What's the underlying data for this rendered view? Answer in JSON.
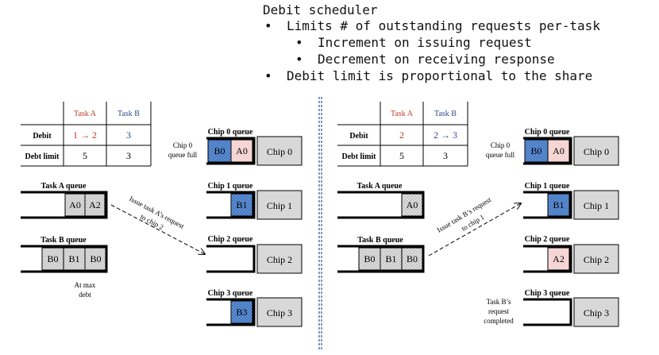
{
  "header": {
    "title": "Debit scheduler",
    "bullets": [
      {
        "text": "Limits # of outstanding requests per-task",
        "level": 1
      },
      {
        "text": "Increment on issuing request",
        "level": 2
      },
      {
        "text": "Decrement on receiving response",
        "level": 2
      },
      {
        "text": "Debit limit is proportional to the share",
        "level": 1
      }
    ]
  },
  "colors": {
    "taskA": "#c0392b",
    "taskB": "#2e4a8a",
    "blueBox": "#5b8fd6",
    "pinkBox": "#f6d5d5",
    "grayBox": "#d8d8d8",
    "divider": "#3a4a8a"
  },
  "left": {
    "table": {
      "col_a": "Task A",
      "col_b": "Task B",
      "row1_label": "Debit",
      "row1_a": "1 → 2",
      "row1_b": "3",
      "row2_label": "Debt limit",
      "row2_a": "5",
      "row2_b": "3"
    },
    "taskA_queue": {
      "title": "Task A queue",
      "items": [
        "A0",
        "A2"
      ]
    },
    "taskB_queue": {
      "title": "Task B queue",
      "items": [
        "B0",
        "B1",
        "B0"
      ]
    },
    "note": [
      "At max",
      "debt"
    ],
    "arrow_label": [
      "Issue task A’s request",
      "to chip 2"
    ],
    "chip0_note": [
      "Chip 0",
      "queue full"
    ],
    "chips": [
      {
        "queue": "Chip 0 queue",
        "name": "Chip 0",
        "items": [
          "B0",
          "A0"
        ]
      },
      {
        "queue": "Chip 1 queue",
        "name": "Chip 1",
        "items": [
          "B1"
        ]
      },
      {
        "queue": "Chip 2 queue",
        "name": "Chip 2",
        "items": []
      },
      {
        "queue": "Chip 3 queue",
        "name": "Chip 3",
        "items": [
          "B3"
        ]
      }
    ]
  },
  "right": {
    "table": {
      "col_a": "Task A",
      "col_b": "Task B",
      "row1_label": "Debit",
      "row1_a": "2",
      "row1_b": "2 → 3",
      "row2_label": "Debt limit",
      "row2_a": "5",
      "row2_b": "3"
    },
    "taskA_queue": {
      "title": "Task A queue",
      "items": [
        "A0"
      ]
    },
    "taskB_queue": {
      "title": "Task B queue",
      "items": [
        "B0",
        "B1",
        "B0"
      ]
    },
    "arrow_label": [
      "Issue task B’s request",
      "to chip 1"
    ],
    "chip0_note": [
      "Chip 0",
      "queue full"
    ],
    "chip3_note": [
      "Task B’s",
      "request",
      "completed"
    ],
    "chips": [
      {
        "queue": "Chip 0 queue",
        "name": "Chip 0",
        "items": [
          "B0",
          "A0"
        ]
      },
      {
        "queue": "Chip 1 queue",
        "name": "Chip 1",
        "items": [
          "B1"
        ]
      },
      {
        "queue": "Chip 2 queue",
        "name": "Chip 2",
        "items": [
          "A2"
        ]
      },
      {
        "queue": "Chip 3 queue",
        "name": "Chip 3",
        "items": []
      }
    ]
  }
}
